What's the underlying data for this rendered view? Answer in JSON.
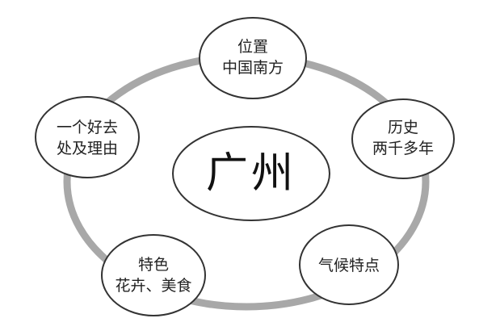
{
  "center": {
    "label": "广州"
  },
  "nodes": [
    {
      "id": "location",
      "lines": [
        "位置",
        "中国南方"
      ]
    },
    {
      "id": "history",
      "lines": [
        "历史",
        "两千多年"
      ]
    },
    {
      "id": "climate",
      "lines": [
        "气候特点"
      ]
    },
    {
      "id": "specialties",
      "lines": [
        "特色",
        "花卉、美食"
      ]
    },
    {
      "id": "reasons",
      "lines": [
        "一个好去",
        "处及理由"
      ]
    }
  ]
}
